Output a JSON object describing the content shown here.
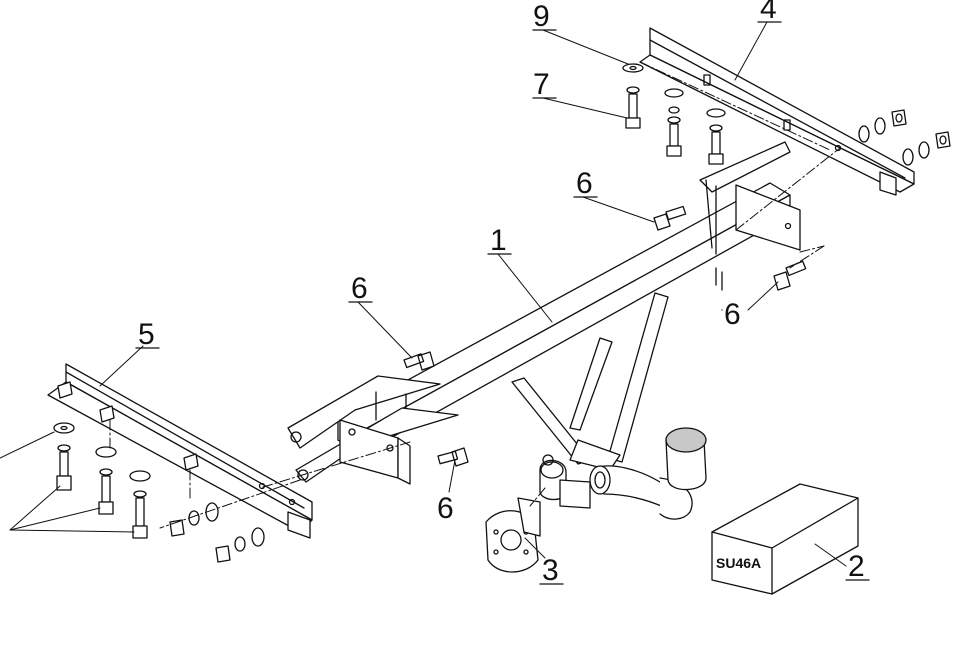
{
  "callouts": [
    {
      "id": "c1",
      "label": "1"
    },
    {
      "id": "c2",
      "label": "2"
    },
    {
      "id": "c3",
      "label": "3"
    },
    {
      "id": "c4",
      "label": "4"
    },
    {
      "id": "c5",
      "label": "5"
    },
    {
      "id": "c6a",
      "label": "6"
    },
    {
      "id": "c6b",
      "label": "6"
    },
    {
      "id": "c6c",
      "label": "6"
    },
    {
      "id": "c6d",
      "label": "6"
    },
    {
      "id": "c7",
      "label": "7"
    },
    {
      "id": "c9",
      "label": "9"
    }
  ],
  "box": {
    "code": "SU46A"
  },
  "colors": {
    "ink": "#111111",
    "paper": "#ffffff",
    "ballShade": "#c8c8c8"
  }
}
